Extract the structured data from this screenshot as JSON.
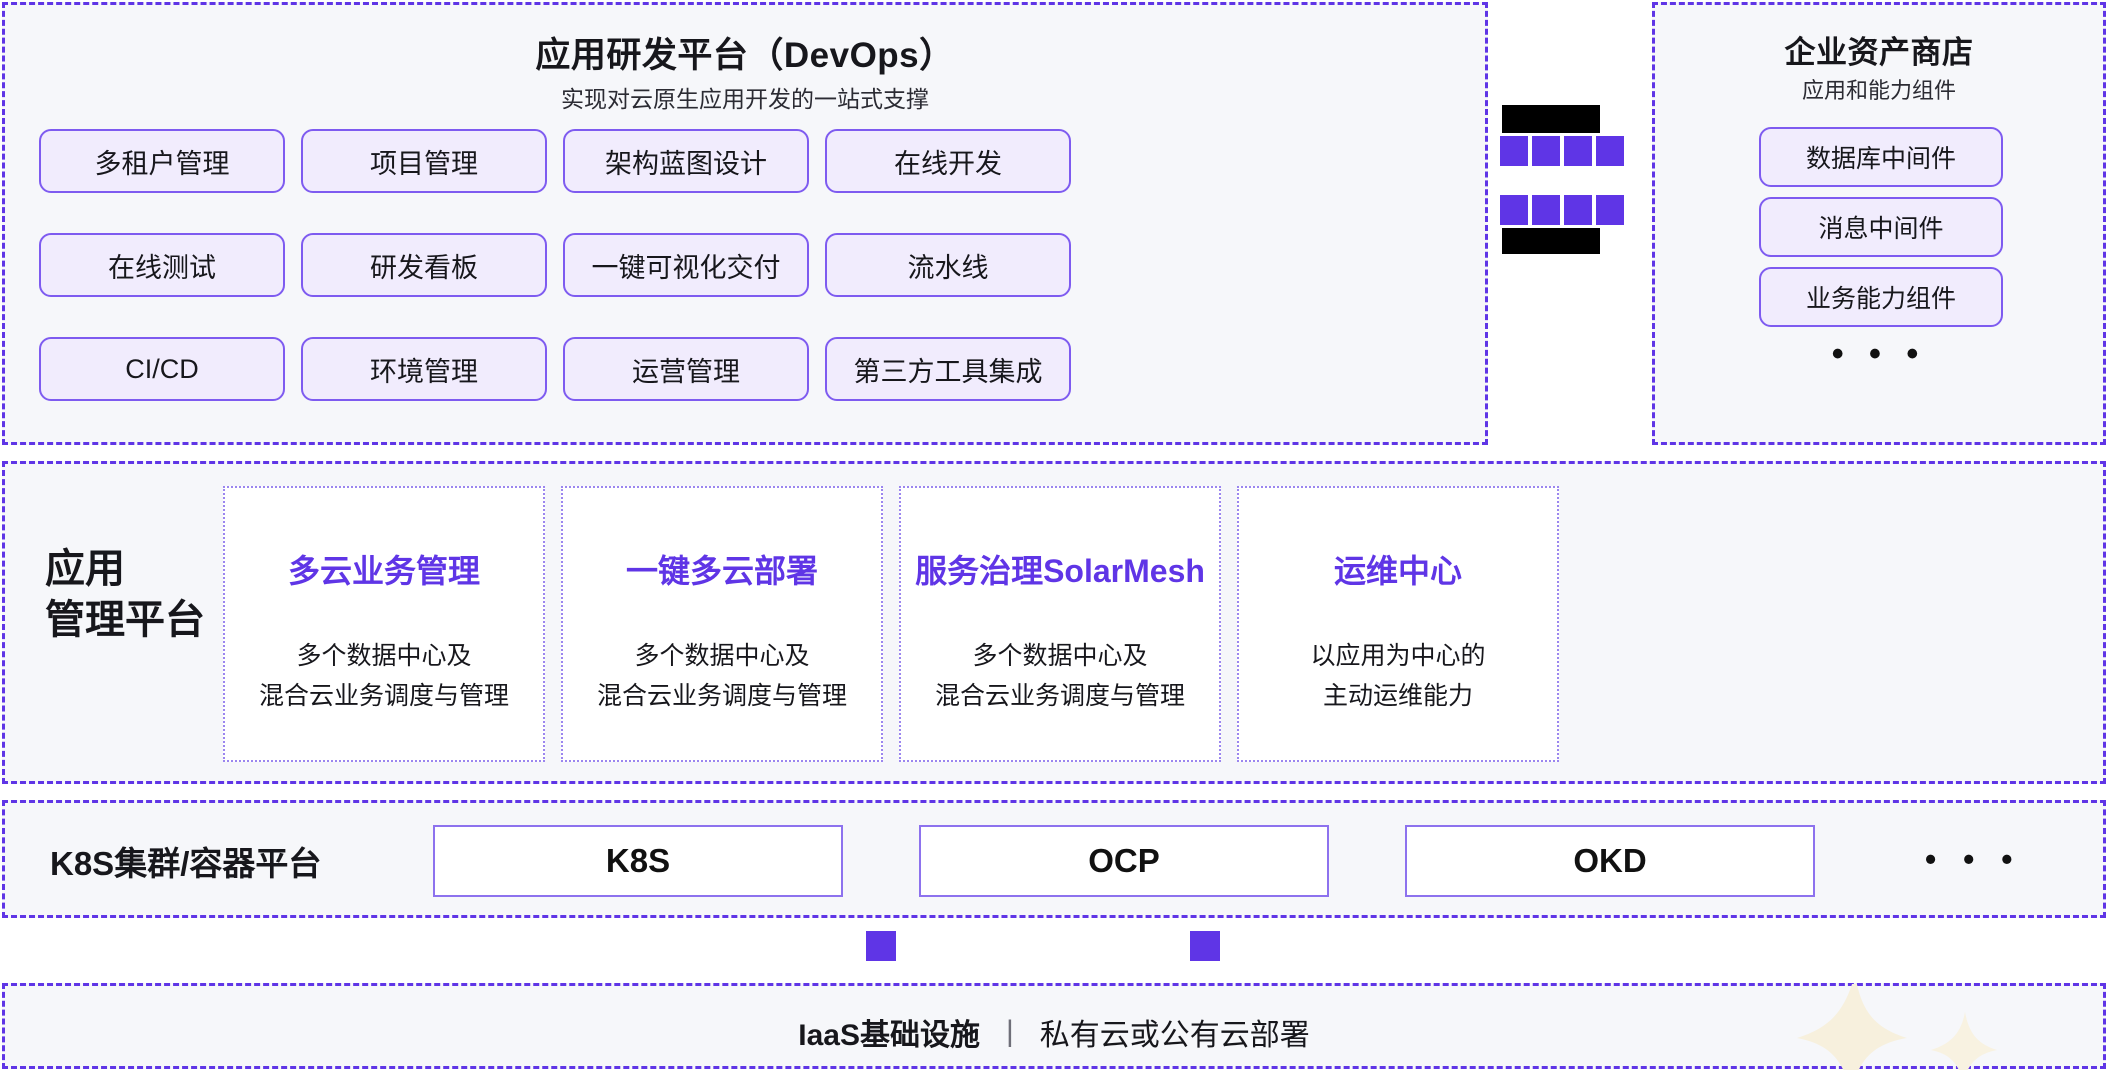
{
  "theme": {
    "accent": "#5f35e6",
    "card_fill": "#f1ecfd",
    "card_border": "#7e5bf0",
    "panel_fill": "#f6f7fa",
    "panel_border": "#5f35e6",
    "text": "#17171c"
  },
  "devops": {
    "title": "应用研发平台（DevOps）",
    "subtitle": "实现对云原生应用开发的一站式支撑",
    "items": [
      "多租户管理",
      "项目管理",
      "架构蓝图设计",
      "在线开发",
      "在线测试",
      "研发看板",
      "一键可视化交付",
      "流水线",
      "CI/CD",
      "环境管理",
      "运营管理",
      "第三方工具集成"
    ]
  },
  "middle_column": {
    "redacted_top": "████████",
    "redacted_bottom": "████████",
    "square_rows": 2,
    "squares_per_row": 4
  },
  "asset_store": {
    "title": "企业资产商店",
    "subtitle": "应用和能力组件",
    "items": [
      "数据库中间件",
      "消息中间件",
      "业务能力组件"
    ],
    "more": "• • •"
  },
  "management": {
    "label_line1": "应用",
    "label_line2": "管理平台",
    "cards": [
      {
        "title": "多云业务管理",
        "desc_line1": "多个数据中心及",
        "desc_line2": "混合云业务调度与管理"
      },
      {
        "title": "一键多云部署",
        "desc_line1": "多个数据中心及",
        "desc_line2": "混合云业务调度与管理"
      },
      {
        "title": "服务治理SolarMesh",
        "desc_line1": "多个数据中心及",
        "desc_line2": "混合云业务调度与管理"
      },
      {
        "title": "运维中心",
        "desc_line1": "以应用为中心的",
        "desc_line2": "主动运维能力"
      }
    ]
  },
  "k8s": {
    "label": "K8S集群/容器平台",
    "items": [
      "K8S",
      "OCP",
      "OKD"
    ],
    "more": "• • •"
  },
  "iaas": {
    "title": "IaaS基础设施",
    "divider": "|",
    "subtitle": "私有云或公有云部署"
  }
}
